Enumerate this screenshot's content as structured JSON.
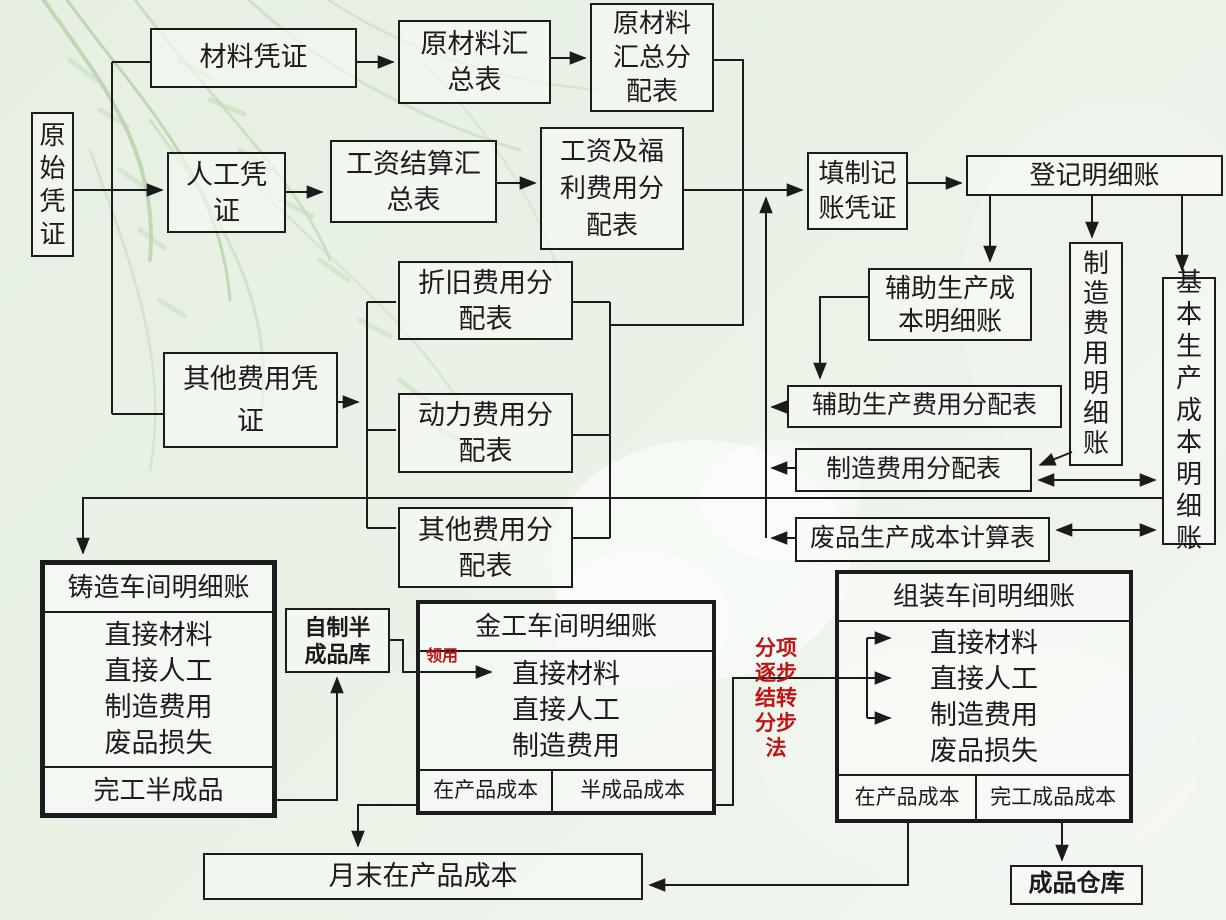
{
  "page": {
    "background_color": "#e9f0e5",
    "line_color": "#1b1b1b",
    "accent_red": "#c01414"
  },
  "boxes": {
    "original_voucher": {
      "label": "原\n始\n凭\n证"
    },
    "material_voucher": {
      "label": "材料凭证"
    },
    "raw_material_summary": {
      "label": "原材料汇\n总表"
    },
    "raw_material_allocation": {
      "label": "原材料\n汇总分\n配表"
    },
    "labor_voucher": {
      "label": "人工凭\n证"
    },
    "wage_settlement_summary": {
      "label": "工资结算汇\n总表"
    },
    "wage_welfare_allocation": {
      "label": "工资及福\n利费用分\n配表"
    },
    "other_expense_voucher": {
      "label": "其他费用凭\n证"
    },
    "depreciation_allocation": {
      "label": "折旧费用分\n配表"
    },
    "power_allocation": {
      "label": "动力费用分\n配表"
    },
    "other_expense_allocation": {
      "label": "其他费用分\n配表"
    },
    "journal_voucher": {
      "label": "填制记\n账凭证"
    },
    "ledger_register": {
      "label": "登记明细账"
    },
    "aux_production_ledger": {
      "label": "辅助生产成\n本明细账"
    },
    "manufacturing_overhead_ledger": {
      "label": "制\n造\n费\n用\n明\n细\n账"
    },
    "basic_production_ledger": {
      "label": "基\n本\n生\n产\n成\n本\n明\n细\n账"
    },
    "aux_expense_allocation": {
      "label": "辅助生产费用分配表"
    },
    "manufacturing_allocation": {
      "label": "制造费用分配表"
    },
    "scrap_cost_table": {
      "label": "废品生产成本计算表"
    },
    "self_made_semiproduct_store": {
      "label": "自制半\n成品库"
    },
    "month_end_wip": {
      "label": "月末在产品成本"
    },
    "finished_goods_warehouse": {
      "label": "成品仓库"
    }
  },
  "casting_ledger": {
    "title": "铸造车间明细账",
    "items": [
      "直接材料",
      "直接人工",
      "制造费用",
      "废品损失"
    ],
    "footer": "完工半成品"
  },
  "machining_ledger": {
    "title": "金工车间明细账",
    "items": [
      "直接材料",
      "直接人工",
      "制造费用"
    ],
    "footer_left": "在产品成本",
    "footer_right": "半成品成本"
  },
  "assembly_ledger": {
    "title": "组装车间明细账",
    "items": [
      "直接材料",
      "直接人工",
      "制造费用",
      "废品损失"
    ],
    "footer_left": "在产品成本",
    "footer_right": "完工成品成本"
  },
  "annotations": {
    "receive_label": "领用",
    "method_label": "分项\n逐步\n结转\n分步\n法"
  }
}
